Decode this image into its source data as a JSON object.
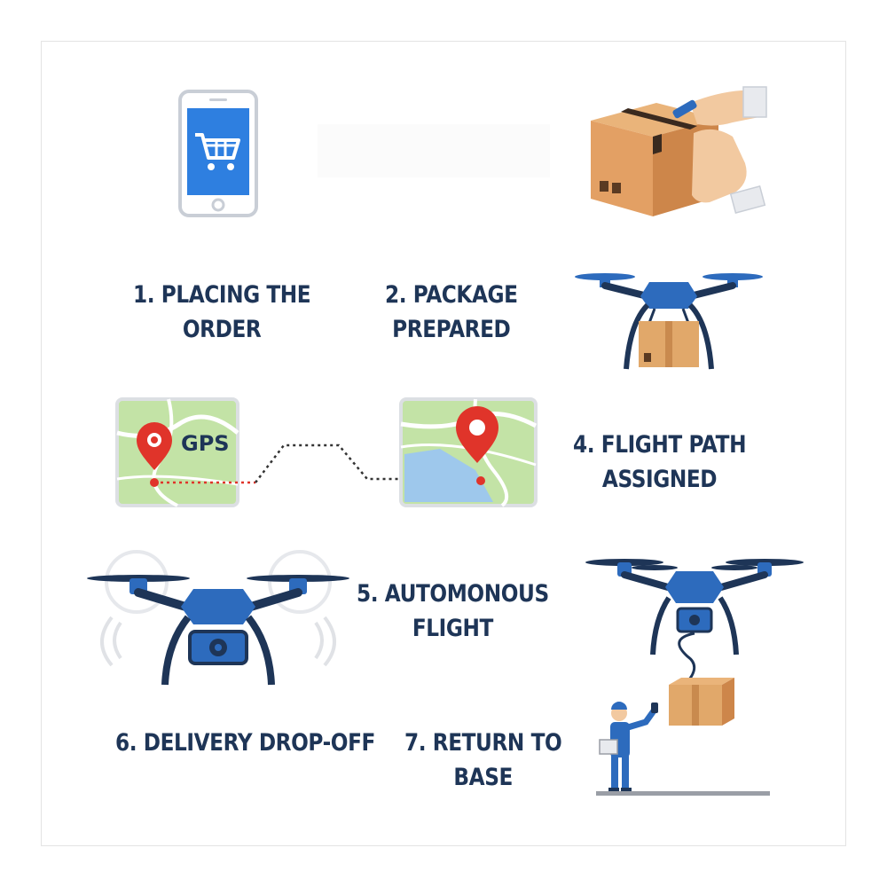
{
  "steps": {
    "step1": {
      "line1": "1. PLACING THE",
      "line2": "ORDER"
    },
    "step2": {
      "line1": "2. PACKAGE",
      "line2": "PREPARED"
    },
    "step4": {
      "line1": "4. FLIGHT PATH",
      "line2": "ASSIGNED"
    },
    "step5": {
      "line1": "5. AUTOMONOUS",
      "line2": "FLIGHT"
    },
    "step6": {
      "line1": "6. DELIVERY DROP-OFF"
    },
    "step7": {
      "line1": "7. RETURN TO",
      "line2": "BASE"
    }
  },
  "map": {
    "gps_label": "GPS"
  },
  "icons": [
    "smartphone-cart-icon",
    "package-taping-icon",
    "drone-carrying-package-icon",
    "gps-map-icon",
    "destination-map-icon",
    "drone-camera-icon",
    "drone-lowering-package-icon",
    "worker-icon"
  ],
  "colors": {
    "navy": "#1e3557",
    "blue": "#2d6bbd",
    "cardboard": "#e1a86a",
    "map_green": "#bfe0a0",
    "pin_red": "#e0342a"
  }
}
